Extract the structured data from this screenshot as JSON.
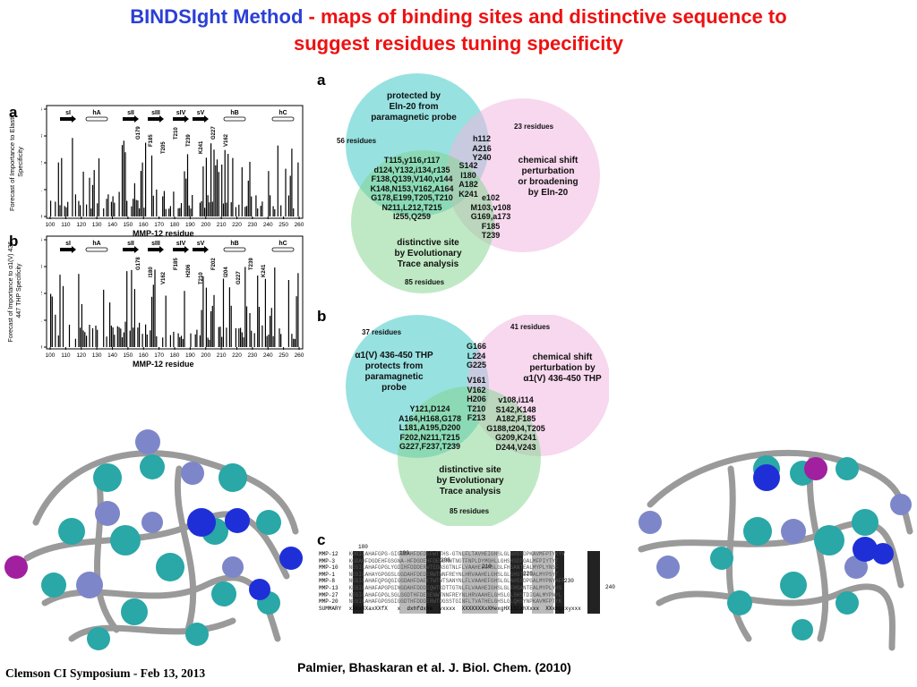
{
  "title": {
    "part1": "BINDSIght  Method",
    "part2": " - maps of binding sites and distinctive sequence  to",
    "line2": "suggest residues tuning specificity",
    "color_blue": "#2b3fd6",
    "color_red": "#ee1111"
  },
  "left_figure": {
    "panel_a": {
      "letter": "a",
      "ylabel": "Forecast of Importance to Elastin Specificity",
      "xlabel": "MMP-12 residue",
      "labels": [
        "G179",
        "F185",
        "T205",
        "T210",
        "T239",
        "K241",
        "G227",
        "V162"
      ]
    },
    "panel_b": {
      "letter": "b",
      "ylabel": "Forecast of Importance to α1(V) 436-447 THP Specificity",
      "xlabel": "MMP-12 residue",
      "labels": [
        "G178",
        "I180",
        "V162",
        "F185",
        "H206",
        "T210",
        "F202",
        "I204",
        "G227",
        "T239",
        "K241"
      ]
    },
    "secondary_structure": [
      "sI",
      "hA",
      "sII",
      "sIII",
      "sIV",
      "sV",
      "hB",
      "hC"
    ],
    "x_ticks": [
      "100",
      "110",
      "120",
      "130",
      "140",
      "150",
      "160",
      "170",
      "180",
      "190",
      "200",
      "210",
      "220",
      "230",
      "240",
      "250",
      "260"
    ],
    "y_ticks": [
      "0",
      "1",
      "2",
      "3",
      "4"
    ]
  },
  "venn_a": {
    "letter": "a",
    "circle1": "protected by\nEln-20 from\nparamagnetic probe",
    "circle1_count": "56 residues",
    "circle2": "chemical shift\nperturbation\nor broadening\nby Eln-20",
    "circle2_count": "23 residues",
    "circle3": "distinctive site\nby Evolutionary\nTrace analysis",
    "circle3_count": "85 residues",
    "overlap_12": "h112\nA216\nY240",
    "overlap_123": "S142\nI180\nA182\nK241",
    "overlap_13": "T115,y116,r117\nd124,Y132,i134,r135\nF138,Q139,V140,v144\nK148,N153,V162,A164\nG178,E199,T205,T210\nN211,L212,T215\nI255,Q259",
    "overlap_23": "e102\nM103,v108\nG169,a173\nF185\nT239"
  },
  "venn_b": {
    "letter": "b",
    "circle1": "α1(V) 436-450 THP\nprotects from\nparamagnetic\nprobe",
    "circle1_count": "37 residues",
    "circle2": "chemical shift\nperturbation by\nα1(V) 436-450 THP",
    "circle2_count": "41 residues",
    "circle3": "distinctive site\nby Evolutionary\nTrace analysis",
    "circle3_count": "85 residues",
    "overlap_12": "G166\nL224\nG225",
    "overlap_123": "V161\nV162\nH206\nT210\nF213",
    "overlap_13": "Y121,D124\nA164,H168,G178\nL181,A195,D200\nF202,N211,T215\nG227,F237,T239",
    "overlap_23": "v108,i114\nS142,K148\nA182,F185\nG188,t204,T205\nG209,K241\nD244,V243"
  },
  "alignment": {
    "letter": "c",
    "positions": [
      "180",
      "190",
      "200",
      "210",
      "220",
      "230",
      "240"
    ],
    "rows": [
      {
        "name": "MMP-12",
        "seq": "KGGILAHAFGPG-GIGGDAHFDEDEFWTTHS-GTNLFLTAVHEIGHSLGLGHSSDPKAVMFPTYKYV"
      },
      {
        "name": "MMP-3",
        "seq": "KGDAHFDGDEHFGSGNA-HFDGDEHFDEDERWTNGTFNPLDYMGHLLGHSHSDPGALMFPIYTYT"
      },
      {
        "name": "MMP-10",
        "seq": "NEGILAHAFGPGLYGDIHFDDDERWTEDASGTNLFLVAAHELGHSLGLFHSANTEALMYPLYNSF"
      },
      {
        "name": "MMP-1",
        "seq": "NEGILAHAYGPGGSLGGDAHFDEDERWTNNFREYNLHRVAAHELGHSLGLSHSTDIGALMYPSYT"
      },
      {
        "name": "MMP-8",
        "seq": "NEGILAHAFQPGQGIGGDAHFDAEETWTNTSANYNLFLVAAHEFGHSLGLAHSSDPGALMYPNYAFR"
      },
      {
        "name": "MMP-13",
        "seq": "KEGILAHAFAPGPGINGDAHFDDDEQWTKDTTGTNLFLVAAHEIGHSLGLFHSANTEALMYPLYHS"
      },
      {
        "name": "MMP-27",
        "seq": "KEGILAHAFGPGLSGLGGDTHFDEDENWTNNFREYNLHRVAAHELGHSLGLSHSTDIGALMYPNYL"
      },
      {
        "name": "MMP-20",
        "seq": "NEGILAHAFGPGSGIGGDTHFDDDERWTDGSSTGINFLTVATHELGHSLGLQHSYNPKAVMFPTYK"
      },
      {
        "name": "SUMMARY",
        "seq": "xXXxXXaxXXfX   x  dxhfdxXe  vxxxx  XXXXXXXxXHexgHX1G1xhXxxx  XXxmgxxyxxx"
      }
    ]
  },
  "footer": "Clemson CI Symposium - Feb 13, 2013",
  "citation": "Palmier, Bhaskaran et al. J. Biol. Chem. (2010)"
}
